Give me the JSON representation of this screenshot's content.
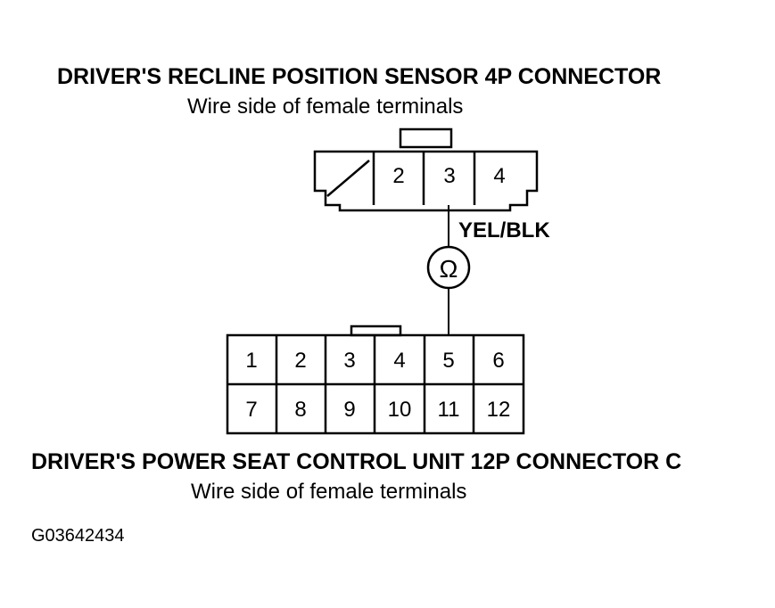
{
  "connector_top": {
    "title": "DRIVER'S RECLINE POSITION SENSOR 4P CONNECTOR",
    "subtitle": "Wire side of female terminals",
    "terminals": [
      "2",
      "3",
      "4"
    ]
  },
  "wire_label": "YEL/BLK",
  "meter_symbol": "Ω",
  "connector_bottom": {
    "title": "DRIVER'S POWER SEAT CONTROL UNIT 12P CONNECTOR C",
    "subtitle": "Wire side of female terminals",
    "row1": [
      "1",
      "2",
      "3",
      "4",
      "5",
      "6"
    ],
    "row2": [
      "7",
      "8",
      "9",
      "10",
      "11",
      "12"
    ]
  },
  "figure_code": "G03642434"
}
